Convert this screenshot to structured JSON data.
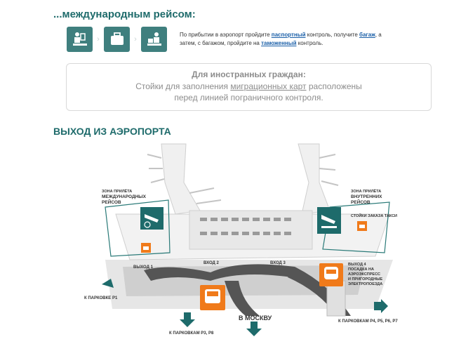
{
  "arrival": {
    "heading": "...международным рейсом:",
    "steps": [
      {
        "icon": "passport-control-icon"
      },
      {
        "icon": "baggage-icon"
      },
      {
        "icon": "customs-icon"
      }
    ],
    "instruction": {
      "part1": "По прибытии в аэропорт пройдите ",
      "link1": "паспортный",
      "part2": " контроль, получите ",
      "link2": "багаж",
      "part3": ", а затем, с багажом, пройдите на ",
      "link3": "таможенный",
      "part4": " контроль."
    }
  },
  "notice": {
    "title": "Для иностранных граждан:",
    "line1_before": "Стойки для заполнения ",
    "line1_link": "миграционных карт",
    "line1_after": " расположены",
    "line2": "перед линией пограничного контроля."
  },
  "exit": {
    "heading": "ВЫХОД ИЗ АЭРОПОРТА"
  },
  "map": {
    "zone_intl_1": "ЗОНА ПРИЛЁТА",
    "zone_intl_2": "МЕЖДУНАРОДНЫХ",
    "zone_intl_3": "РЕЙСОВ",
    "zone_dom_1": "ЗОНА ПРИЛЁТА",
    "zone_dom_2": "ВНУТРЕННИХ",
    "zone_dom_3": "РЕЙСОВ",
    "taxi_desks": "СТОЙКИ ЗАКАЗА ТАКСИ",
    "exit1": "ВЫХОД 1",
    "entrance2": "ВХОД 2",
    "entrance3": "ВХОД 3",
    "exit4_1": "ВЫХОД 4",
    "exit4_2": "ПОСАДКА НА",
    "exit4_3": "АЭРОЭКСПРЕСС",
    "exit4_4": "И ПРИГОРОДНЫЕ",
    "exit4_5": "ЭЛЕКТРОПОЕЗДА",
    "parking_p1": "К ПАРКОВКЕ Р1",
    "parking_p3": "К ПАРКОВКАМ Р3, Р8",
    "to_moscow": "В МОСКВУ",
    "parking_p4": "К ПАРКОВКАМ Р4, Р5, Р6, Р7",
    "colors": {
      "accent": "#1e6b6b",
      "orange": "#f07a1a",
      "teal": "#2a7a78"
    }
  }
}
